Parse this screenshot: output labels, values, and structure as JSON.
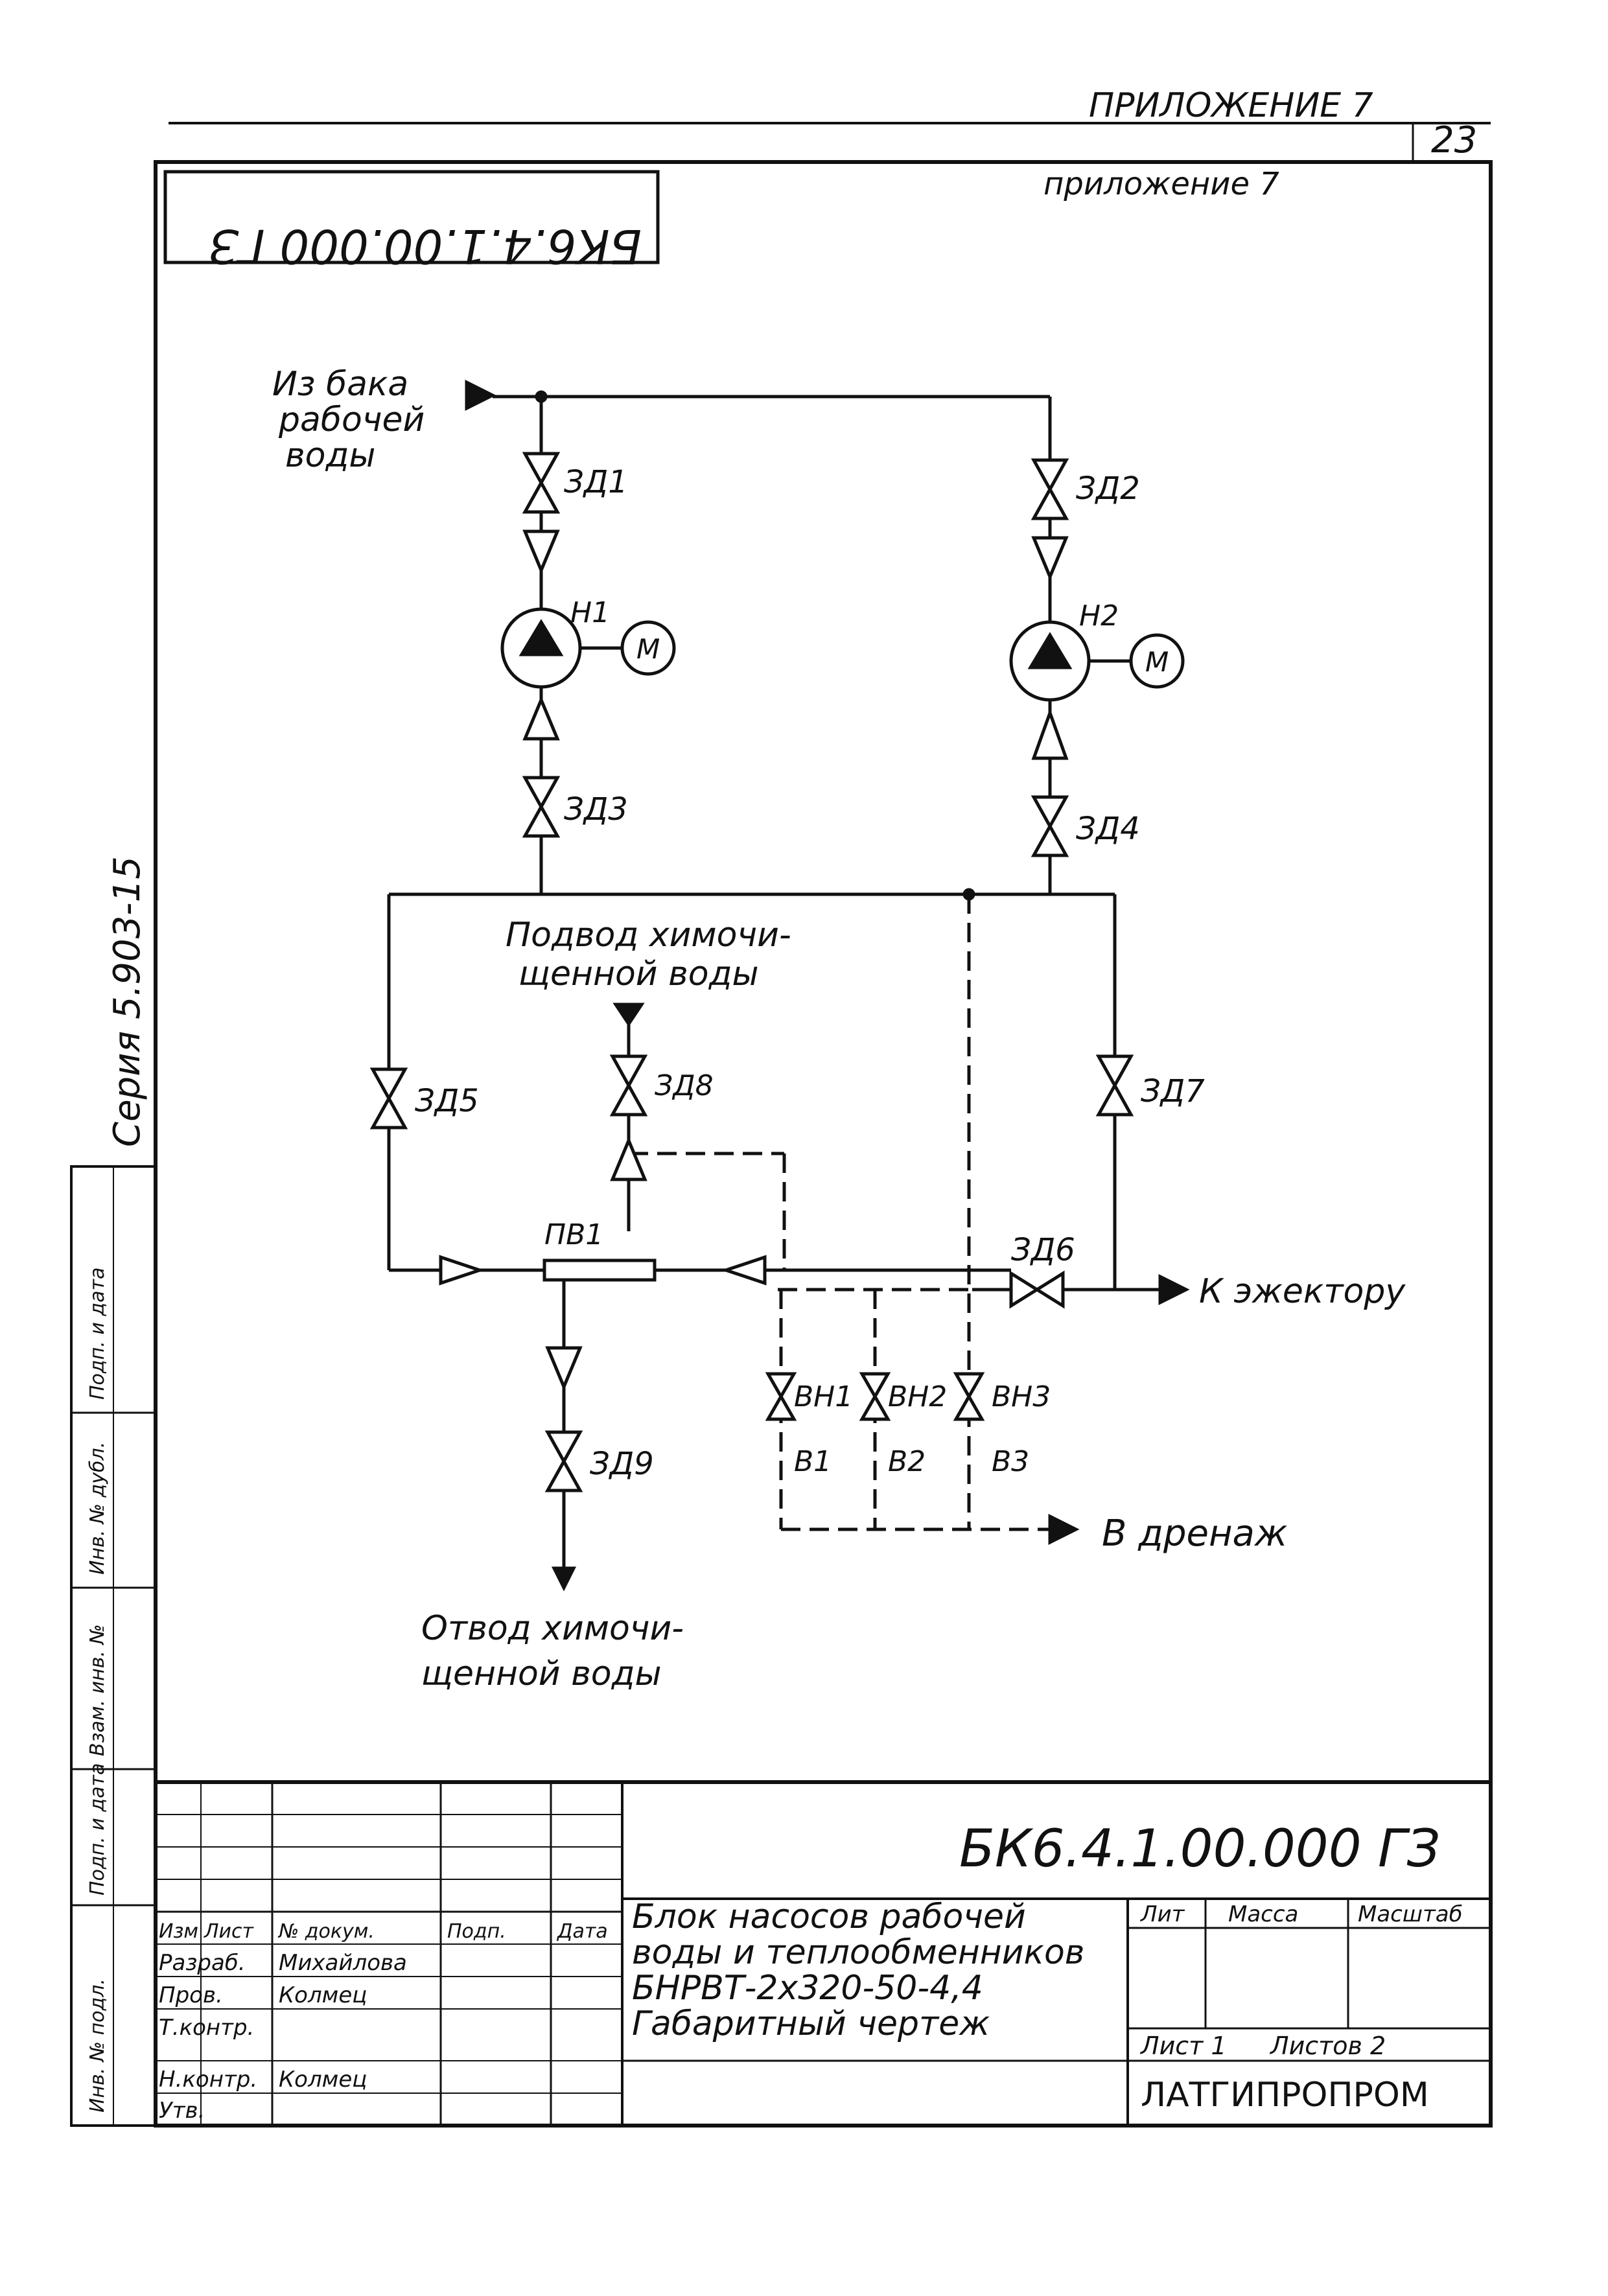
{
  "header": {
    "appendix_top": "ПРИЛОЖЕНИЕ 7",
    "page_number": "23",
    "appendix_inner": "приложение 7",
    "stamp_code_mirrored": "БК6.4.1.00.000 ГЗ",
    "series_vertical": "Серия 5.903-15"
  },
  "diagram": {
    "source_label": [
      "Из бака",
      "рабочей",
      "воды"
    ],
    "chem_supply_label": [
      "Подвод химочи-",
      "щенной воды"
    ],
    "chem_return_label": [
      "Отвод химочи-",
      "щенной воды"
    ],
    "ejector_label": "К эжектору",
    "drain_label": "В дренаж",
    "valves": {
      "zd1": "ЗД1",
      "zd2": "ЗД2",
      "zd3": "ЗД3",
      "zd4": "ЗД4",
      "zd5": "ЗД5",
      "zd6": "ЗД6",
      "zd7": "ЗД7",
      "zd8": "ЗД8",
      "zd9": "ЗД9",
      "vn1": "ВН1",
      "vn2": "ВН2",
      "vn3": "ВН3",
      "v1": "В1",
      "v2": "В2",
      "v3": "В3"
    },
    "pumps": {
      "n1": "Н1",
      "n2": "Н2",
      "motor": "М"
    },
    "heat_exchanger": "ПВ1"
  },
  "title_block": {
    "doc_code": "БК6.4.1.00.000 ГЗ",
    "title_lines": [
      "Блок насосов рабочей",
      "воды и теплообменников",
      "БНРВТ-2х320-50-4,4",
      "Габаритный чертеж"
    ],
    "col_headers": [
      "Изм",
      "Лист",
      "№ докум.",
      "Подп.",
      "Дата"
    ],
    "rows": [
      {
        "role": "Разраб.",
        "name": "Михайлова"
      },
      {
        "role": "Пров.",
        "name": "Колмец"
      },
      {
        "role": "Т.контр.",
        "name": ""
      },
      {
        "role": "Н.контр.",
        "name": "Колмец"
      },
      {
        "role": "Утв.",
        "name": ""
      }
    ],
    "lit_label": "Лит",
    "mass_label": "Масса",
    "scale_label": "Масштаб",
    "sheet_label": "Лист 1",
    "sheets_label": "Листов 2",
    "organization": "ЛАТГИПРОПРОМ"
  },
  "side_strip": {
    "cells": [
      "Инв. № подл.",
      "Подп. и дата",
      "Взам. инв. №",
      "Инв. № дубл.",
      "Подп. и дата"
    ]
  }
}
